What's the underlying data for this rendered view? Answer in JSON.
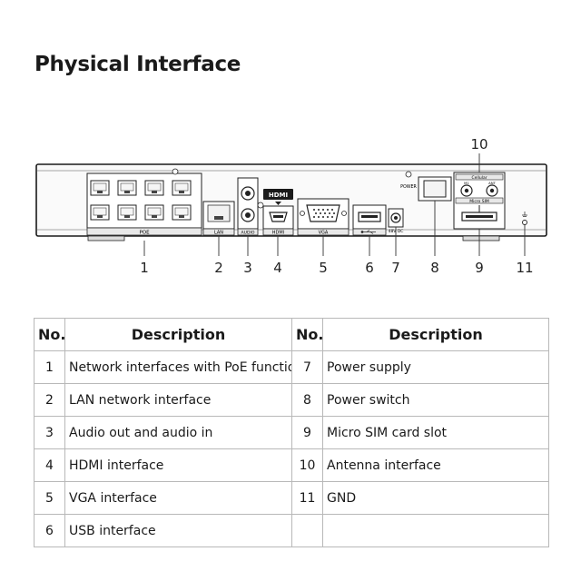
{
  "page": {
    "title": "Physical Interface"
  },
  "panel_labels": {
    "poe": "POE",
    "lan": "LAN",
    "audio": "AUDIO",
    "hdmi": "HDMI",
    "vga": "VGA",
    "power_text": "POWER",
    "dc": "48V DC",
    "cellular": "Cellular",
    "micro_sim": "Micro SIM",
    "ant1": "M1",
    "ant2": "ANT",
    "hdmi_logo": "HDMI"
  },
  "callouts": [
    "1",
    "2",
    "3",
    "4",
    "5",
    "6",
    "7",
    "8",
    "9",
    "10",
    "11"
  ],
  "table": {
    "headers": [
      "No.",
      "Description",
      "No.",
      "Description"
    ],
    "rows": [
      {
        "no1": "1",
        "desc1": "Network interfaces with PoE function",
        "no2": "7",
        "desc2": "Power supply"
      },
      {
        "no1": "2",
        "desc1": "LAN network interface",
        "no2": "8",
        "desc2": "Power switch"
      },
      {
        "no1": "3",
        "desc1": "Audio out and audio in",
        "no2": "9",
        "desc2": "Micro SIM card slot"
      },
      {
        "no1": "4",
        "desc1": "HDMI interface",
        "no2": "10",
        "desc2": "Antenna interface"
      },
      {
        "no1": "5",
        "desc1": "VGA interface",
        "no2": "11",
        "desc2": "GND"
      },
      {
        "no1": "6",
        "desc1": "USB interface",
        "no2": "",
        "desc2": ""
      }
    ]
  }
}
